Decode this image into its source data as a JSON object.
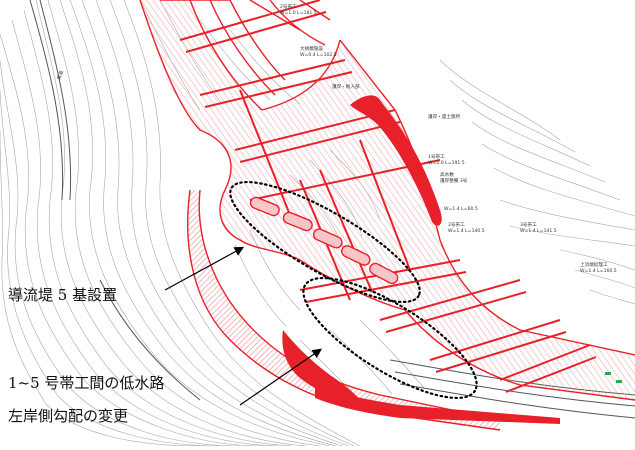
{
  "annotations": {
    "guide_levee": "導流堤 5 基設置",
    "low_water_channel": "1~5 号帯工間の低水路",
    "left_bank_slope": "左岸側勾配の変更"
  },
  "plan_labels": [
    "2号帯工",
    "W=1.0 L=181.5",
    "護岸・根入部",
    "大規模施設",
    "W=0.4 L=102.5",
    "護岸・盛土箇所",
    "1号帯工",
    "W=2.0 L=191.5",
    "高水敷",
    "護岸整備 3号",
    "W=1.4 L=60.5",
    "2号帯工",
    "W=1.4 L=140.5",
    "3号帯工",
    "W=1.4 L=141.5",
    "上流端処理工",
    "W=1.4 L=160.5",
    "県道"
  ],
  "colors": {
    "design_red": "#e8202a",
    "fill_red": "#e8202a",
    "hatch_pink": "#f4a3a6",
    "contour_gray": "#9a9a9a",
    "channel_dark": "#555555",
    "ellipse_dotted": "#000000",
    "green_mark": "#2aa84a"
  }
}
